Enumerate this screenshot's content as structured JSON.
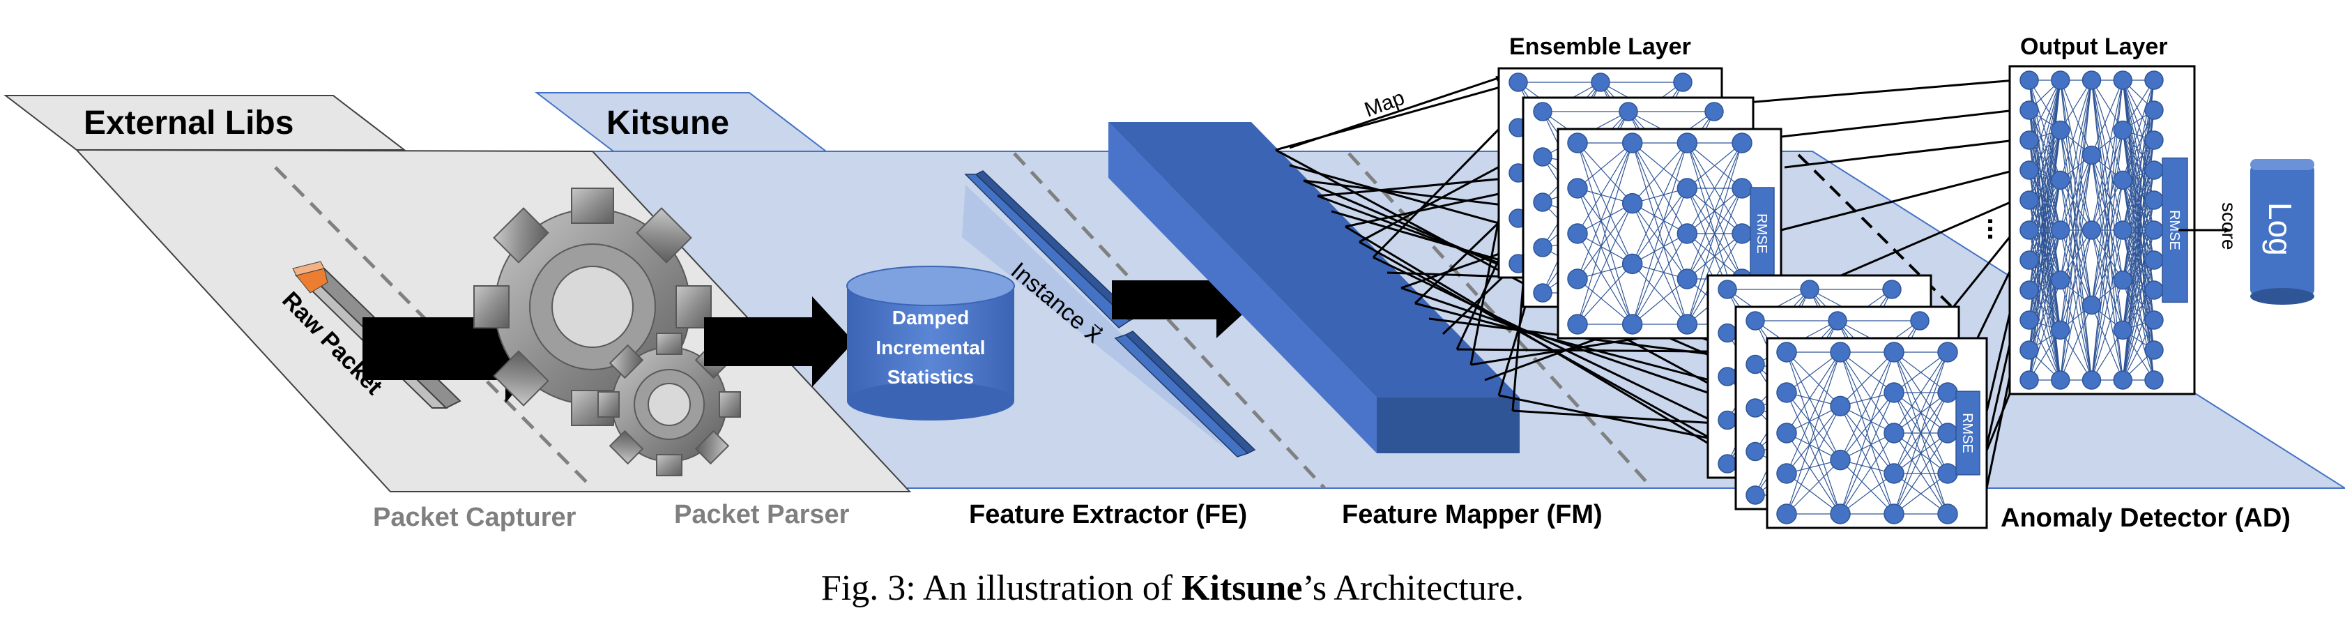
{
  "header": {
    "external_libs": "External Libs",
    "kitsune": "Kitsune"
  },
  "stages": {
    "packet_capturer": "Packet Capturer",
    "packet_parser": "Packet Parser",
    "feature_extractor": "Feature Extractor (FE)",
    "feature_mapper": "Feature Mapper (FM)",
    "anomaly_detector": "Anomaly Detector (AD)"
  },
  "labels": {
    "raw_packet": "Raw Packet",
    "damped_line1": "Damped",
    "damped_line2": "Incremental",
    "damped_line3": "Statistics",
    "instance": "Instance x⃗",
    "map": "Map",
    "ensemble_layer": "Ensemble Layer",
    "output_layer": "Output Layer",
    "rmse": "RMSE",
    "score": "score",
    "log": "Log",
    "ellipsis": "..."
  },
  "caption": {
    "prefix": "Fig. 3: An illustration of ",
    "bold": "Kitsune",
    "suffix": "’s Architecture."
  },
  "colors": {
    "accent": "#4472c4",
    "accent_dark": "#2f5597",
    "light_plane": "#c9d6ec",
    "grey_plane": "#e6e6e6"
  }
}
